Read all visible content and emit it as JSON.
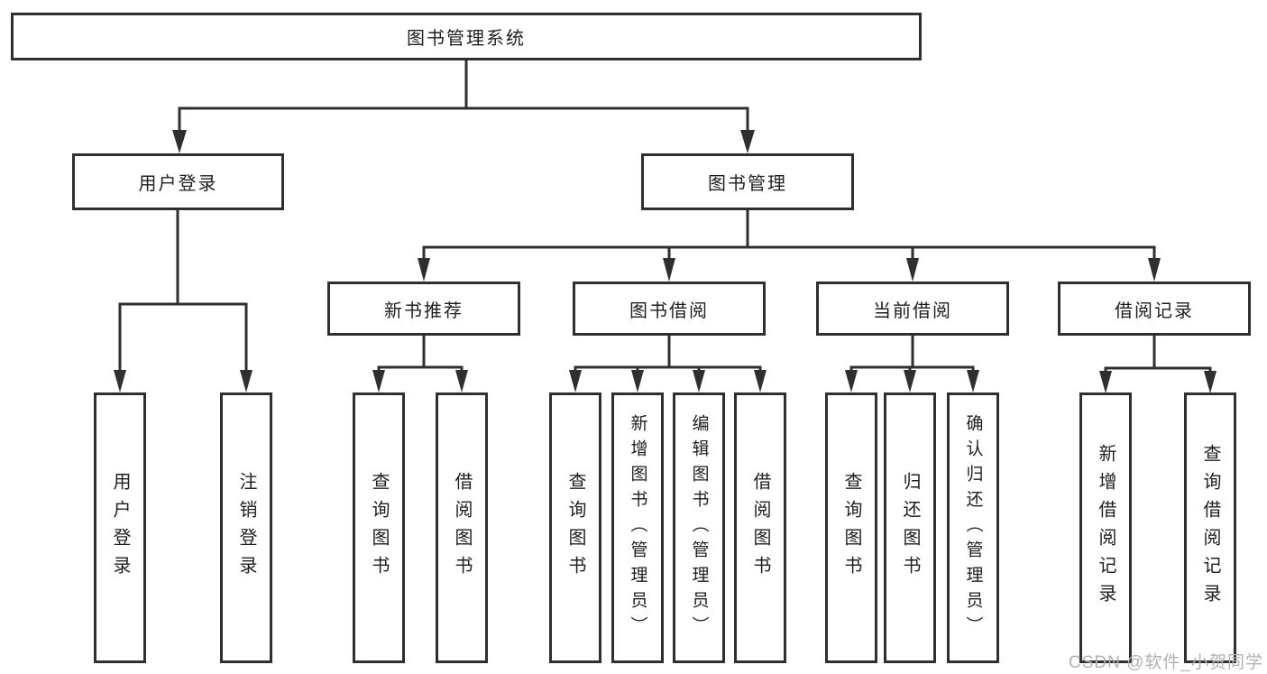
{
  "tree": {
    "root": {
      "label": "图书管理系统"
    },
    "branches": [
      {
        "label": "用户登录",
        "children": [
          {
            "label": "用户登录"
          },
          {
            "label": "注销登录"
          }
        ]
      },
      {
        "label": "图书管理",
        "children": [
          {
            "label": "新书推荐",
            "children": [
              {
                "label": "查询图书"
              },
              {
                "label": "借阅图书"
              }
            ]
          },
          {
            "label": "图书借阅",
            "children": [
              {
                "label": "查询图书"
              },
              {
                "label": "新增图书（管理员）"
              },
              {
                "label": "编辑图书（管理员）"
              },
              {
                "label": "借阅图书"
              }
            ]
          },
          {
            "label": "当前借阅",
            "children": [
              {
                "label": "查询图书"
              },
              {
                "label": "归还图书"
              },
              {
                "label": "确认归还（管理员）"
              }
            ]
          },
          {
            "label": "借阅记录",
            "children": [
              {
                "label": "新增借阅记录"
              },
              {
                "label": "查询借阅记录"
              }
            ]
          }
        ]
      }
    ]
  },
  "watermark": "CSDN @软件_小贺同学",
  "colors": {
    "line": "#2f2f2f",
    "box_border": "#2f2f2f",
    "text": "#1f1f1f",
    "watermark": "#b3b1b5",
    "background": "#ffffff"
  }
}
